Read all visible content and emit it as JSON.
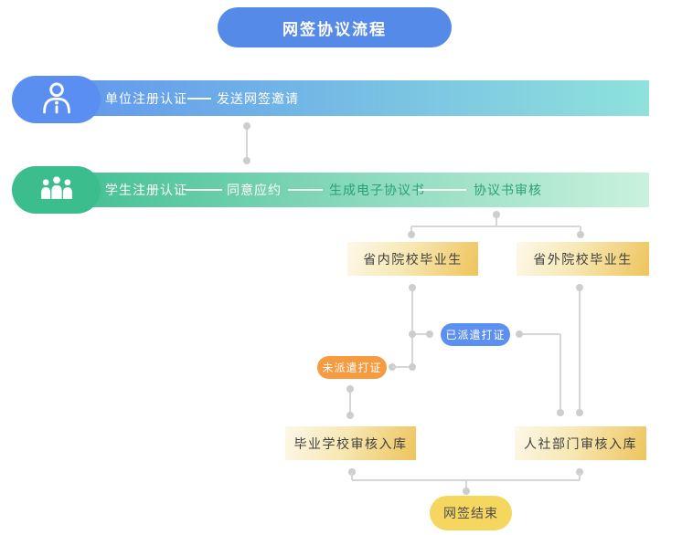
{
  "title": "网签协议流程",
  "rows": [
    {
      "icon": "person-icon",
      "steps": [
        {
          "label": "单位注册认证"
        },
        {
          "label": "发送网签邀请"
        }
      ]
    },
    {
      "icon": "group-icon",
      "steps": [
        {
          "label": "学生注册认证"
        },
        {
          "label": "同意应约"
        },
        {
          "label": "生成电子协议书"
        },
        {
          "label": "协议书审核"
        }
      ]
    }
  ],
  "nodes": {
    "in_province": "省内院校毕业生",
    "out_province": "省外院校毕业生",
    "dispatched": "已派遣打证",
    "not_dispatched": "未派遣打证",
    "school_review": "毕业学校审核入库",
    "hr_review": "人社部门审核入库",
    "end": "网签结束"
  },
  "colors": {
    "title_blue": "#568ae9",
    "band1_start": "#6196ee",
    "band1_end": "#8fe2dc",
    "band2_start": "#3fbe91",
    "band2_end": "#c9f1de",
    "green_text": "#2aa078",
    "box_gold_light": "#fdf8e9",
    "box_gold": "#eec45c",
    "pill_blue": "#5b8ff0",
    "pill_orange": "#f79b41",
    "pill_yellow": "#f5d75f",
    "connector_gray": "#d6d6d6"
  }
}
